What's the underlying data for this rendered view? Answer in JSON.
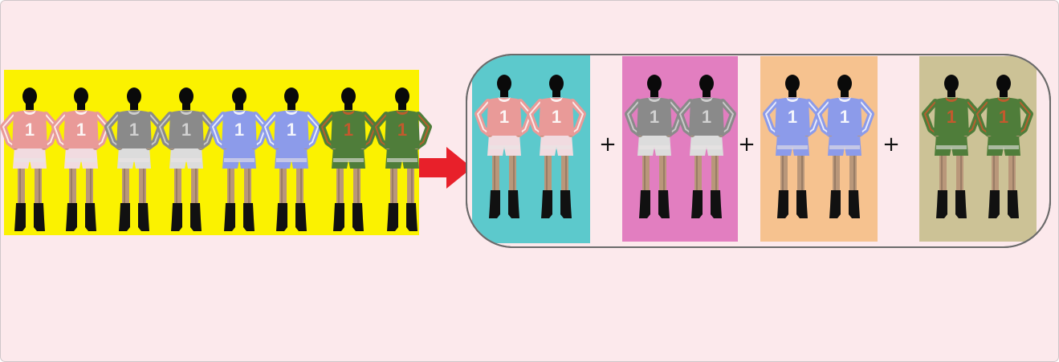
{
  "colors": {
    "background": "#fce9ec",
    "outer_border": "#cfc7c9",
    "left_panel": "#fbf200",
    "arrow": "#e8202a",
    "group_panel_border": "#6b6b6b",
    "skin": "#b9977a",
    "skin_dark": "#7a6250",
    "head": "#0a0a0a",
    "boots": "#111111",
    "shorts": "#e9e4e4"
  },
  "kits": [
    {
      "name": "pink",
      "shirt": "#e99a98",
      "trim": "#ffffff",
      "shorts": "#f1dbe0"
    },
    {
      "name": "grey",
      "shirt": "#8a8a8a",
      "trim": "#d9d9d9",
      "shorts": "#dcdcdc"
    },
    {
      "name": "blue",
      "shirt": "#8c9bea",
      "trim": "#ffffff",
      "shorts": "#8c9bea"
    },
    {
      "name": "green",
      "shirt": "#4f7d3a",
      "trim": "#d0562c",
      "shorts": "#4f7d3a"
    }
  ],
  "groups": [
    {
      "kit": 0,
      "bg": "#5cc9cc"
    },
    {
      "kit": 1,
      "bg": "#e27ec0"
    },
    {
      "kit": 2,
      "bg": "#f6c28f"
    },
    {
      "kit": 3,
      "bg": "#ccc296"
    }
  ],
  "jersey_number": "1",
  "plus_symbol": "+",
  "icons": {
    "arrow": "right-arrow-icon",
    "player": "player-figure-icon"
  }
}
